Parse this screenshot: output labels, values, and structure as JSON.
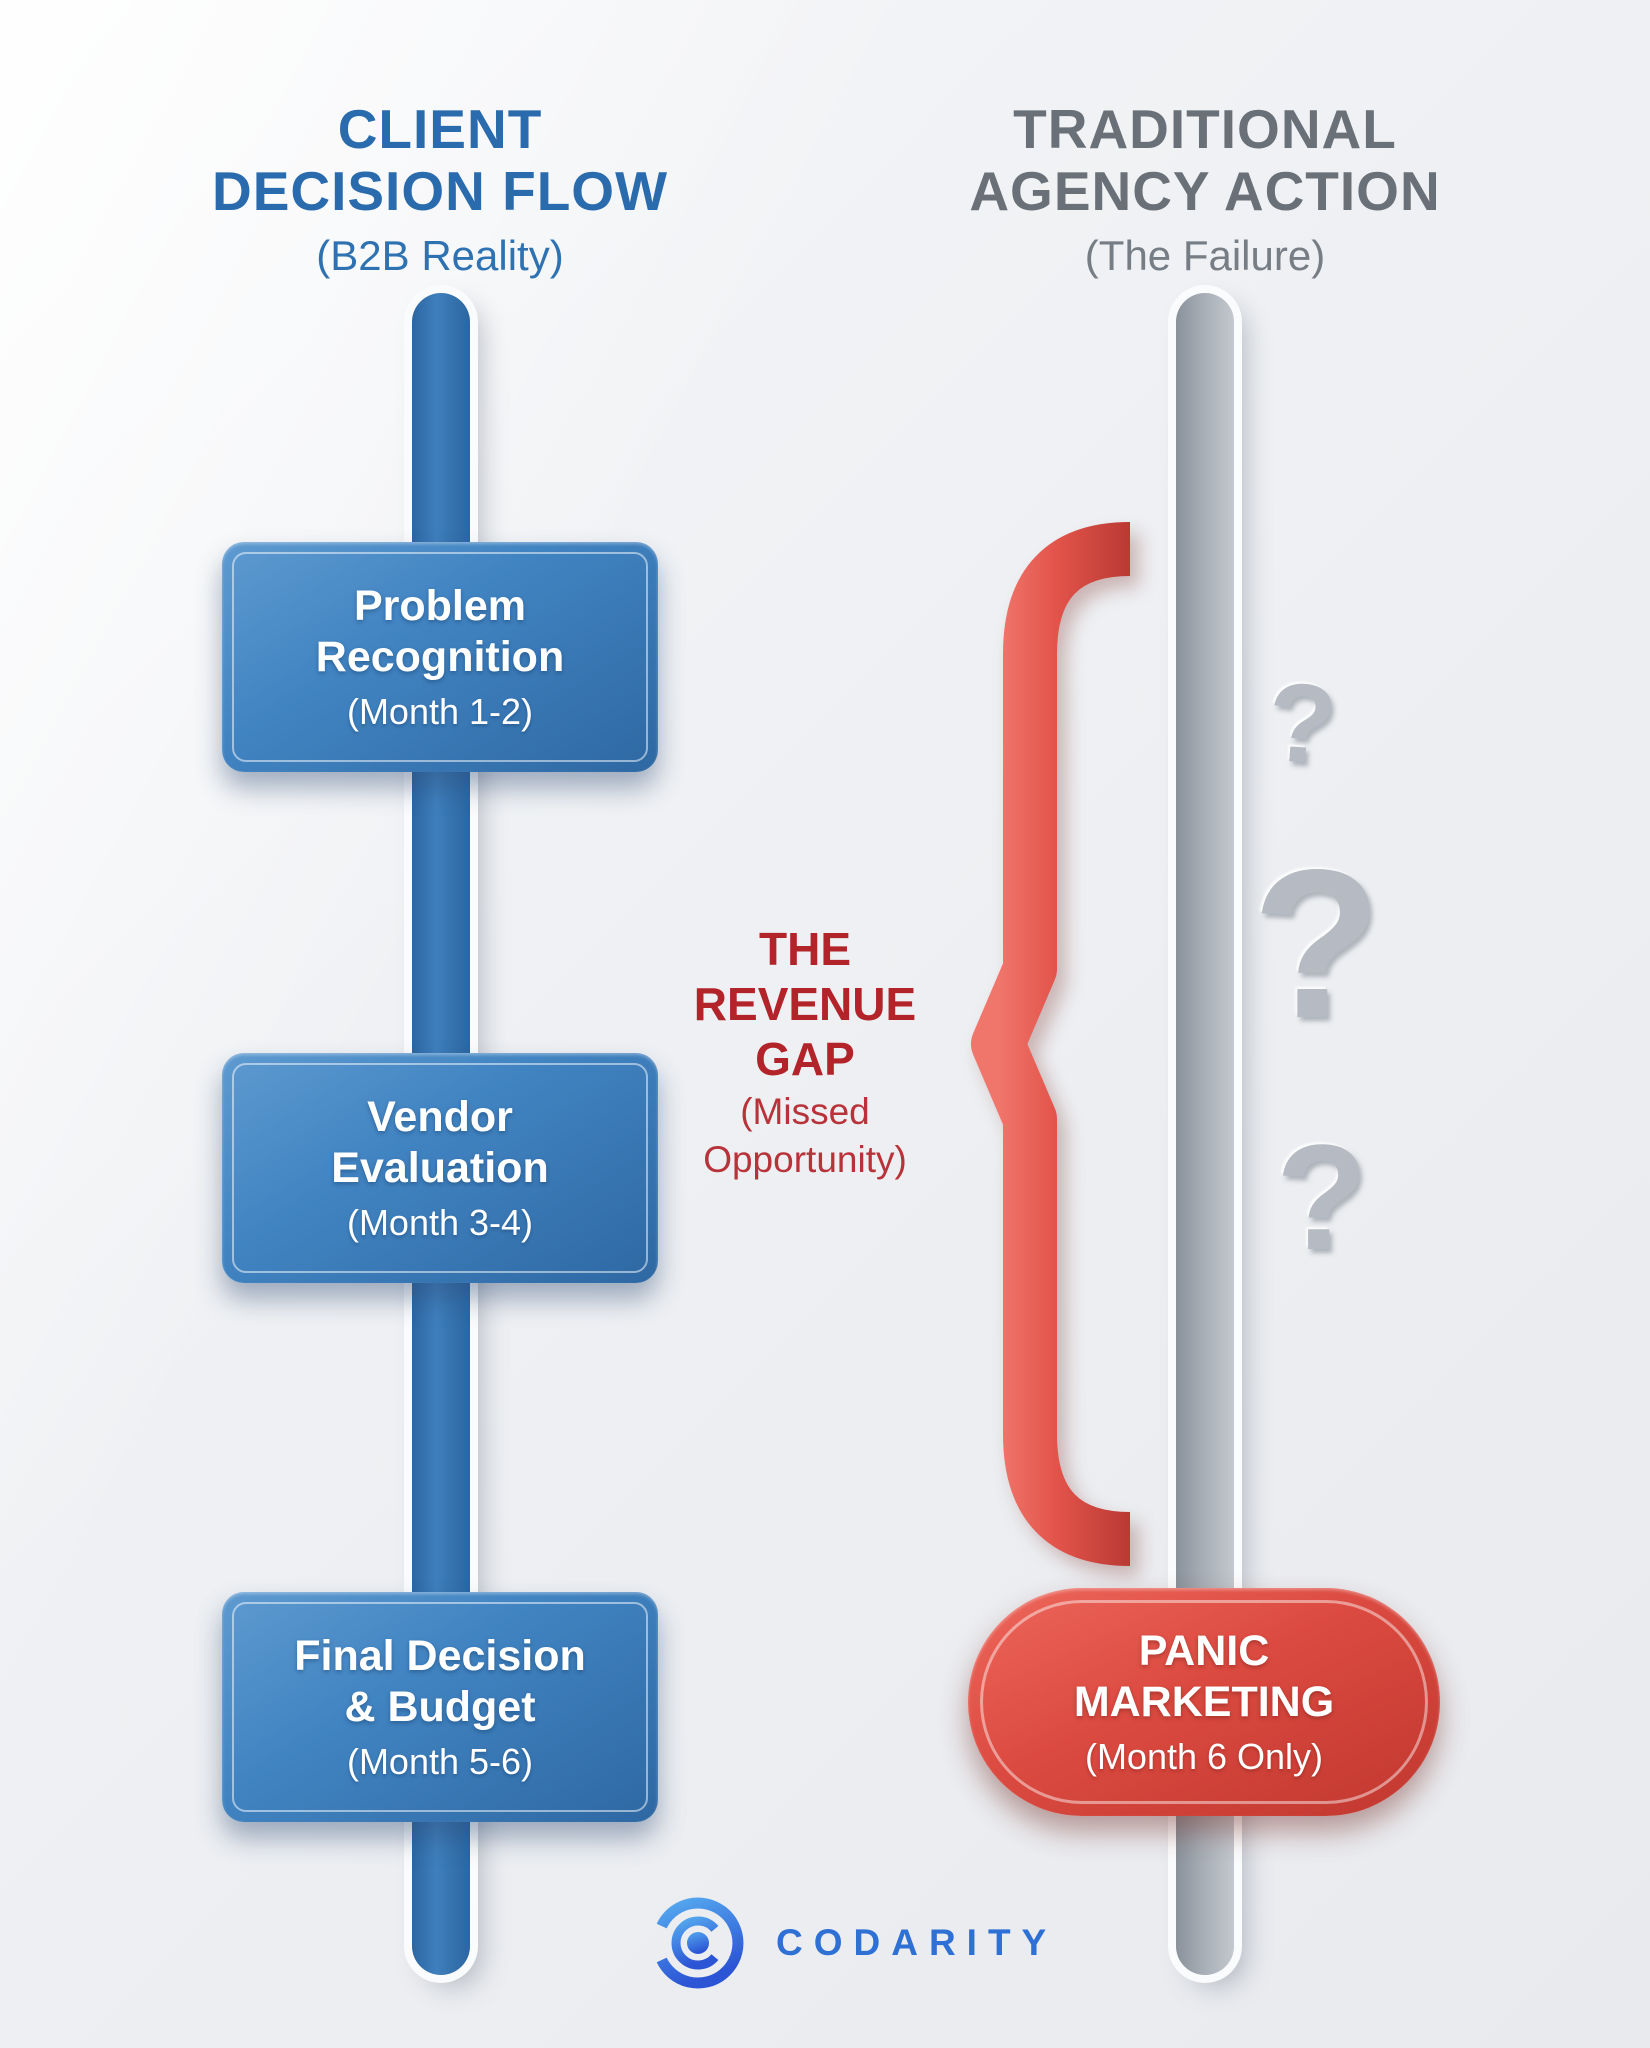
{
  "left_column": {
    "title_line1": "CLIENT",
    "title_line2": "DECISION FLOW",
    "subtitle": "(B2B Reality)",
    "stages": [
      {
        "line1": "Problem",
        "line2": "Recognition",
        "period": "(Month 1-2)"
      },
      {
        "line1": "Vendor",
        "line2": "Evaluation",
        "period": "(Month 3-4)"
      },
      {
        "line1": "Final Decision",
        "line2": "& Budget",
        "period": "(Month 5-6)"
      }
    ]
  },
  "right_column": {
    "title_line1": "TRADITIONAL",
    "title_line2": "AGENCY ACTION",
    "subtitle": "(The Failure)",
    "question_marks": [
      "?",
      "?",
      "?"
    ],
    "action": {
      "line1": "PANIC",
      "line2": "MARKETING",
      "period": "(Month 6 Only)"
    }
  },
  "gap_callout": {
    "line1": "THE",
    "line2": "REVENUE",
    "line3": "GAP",
    "line4": "(Missed",
    "line5": "Opportunity)"
  },
  "footer": {
    "brand": "CODARITY"
  },
  "colors": {
    "heading_blue": "#2a6bad",
    "heading_gray": "#697077",
    "stage_box_blue": "#3c7cba",
    "timeline_blue": "#3877b3",
    "timeline_gray": "#a6adb5",
    "gap_red_text": "#b3262b",
    "brace_red": "#dd4a41",
    "panic_red": "#d6453c",
    "question_mark_gray": "#b6bbc3",
    "brand_blue": "#2f70d5",
    "background": "#eef0f3"
  }
}
